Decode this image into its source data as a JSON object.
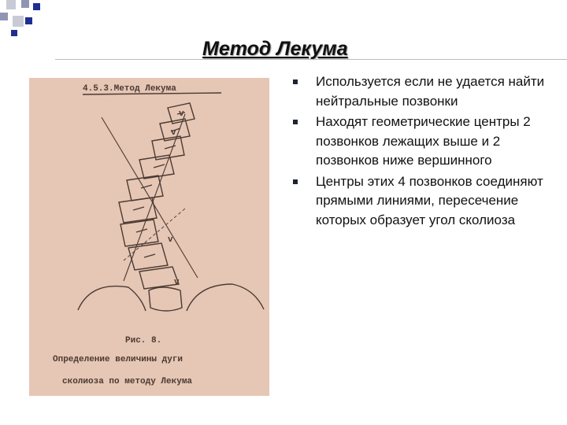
{
  "slide": {
    "title": "Метод Лекума",
    "bullets": [
      {
        "text": "Используется если не удается найти нейтральные позвонки"
      },
      {
        "text": "Находят геометрические центры 2 позвонков лежащих выше и 2 позвонков ниже вершинного"
      },
      {
        "text": "Центры этих 4 позвонков соединяют прямыми линиями, пересечение которых образует угол сколиоза"
      }
    ]
  },
  "figure": {
    "header": "4.5.3.Метод Лекума",
    "vertebra_marks": [
      "v",
      "v",
      "v",
      "v"
    ],
    "caption_label": "Рис. 8.",
    "caption_line1": "Определение величины дуги",
    "caption_line2": "сколиоза по методу Лекума",
    "colors": {
      "paper": "#e6c6b4",
      "ink": "#4a3a33"
    }
  },
  "colors": {
    "title": "#111111",
    "bullet": "#1e2430",
    "accent_dark": "#1f2f8f",
    "accent_mid": "#8f96b4",
    "accent_light": "#c8cbd6"
  }
}
